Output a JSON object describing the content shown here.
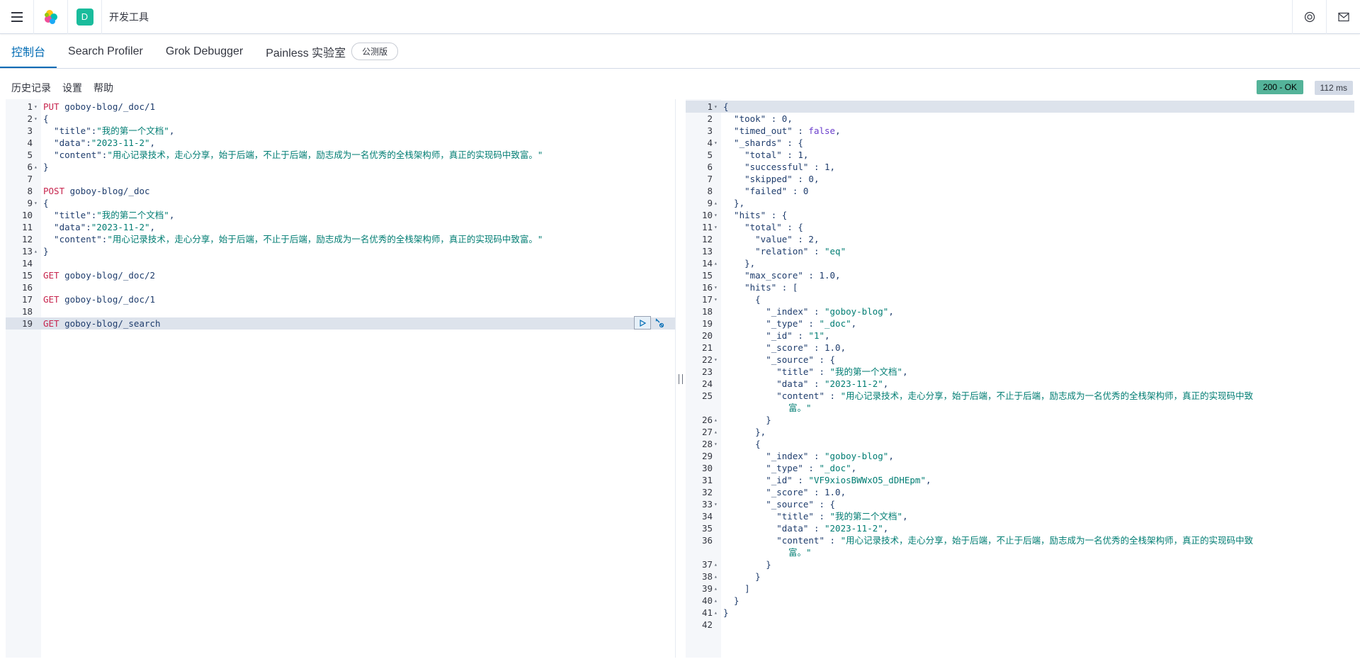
{
  "header": {
    "space_letter": "D",
    "app_title": "开发工具"
  },
  "tabs": [
    {
      "label": "控制台"
    },
    {
      "label": "Search Profiler"
    },
    {
      "label": "Grok Debugger"
    },
    {
      "label": "Painless 实验室"
    }
  ],
  "beta_label": "公测版",
  "toolbar": {
    "history": "历史记录",
    "settings": "设置",
    "help": "帮助"
  },
  "response": {
    "status": "200 - OK",
    "time": "112 ms"
  },
  "request_lines": [
    {
      "n": "1",
      "f": "▾",
      "t": [
        [
          "kw",
          "PUT"
        ],
        [
          "path",
          " goboy-blog/_doc/1"
        ]
      ]
    },
    {
      "n": "2",
      "f": "▾",
      "t": [
        [
          "path",
          "{"
        ]
      ]
    },
    {
      "n": "3",
      "f": "",
      "t": [
        [
          "key",
          "  \"title\""
        ],
        [
          "path",
          ":"
        ],
        [
          "str",
          "\"我的第一个文档\""
        ],
        [
          "path",
          ","
        ]
      ]
    },
    {
      "n": "4",
      "f": "",
      "t": [
        [
          "key",
          "  \"data\""
        ],
        [
          "path",
          ":"
        ],
        [
          "str",
          "\"2023-11-2\""
        ],
        [
          "path",
          ","
        ]
      ]
    },
    {
      "n": "5",
      "f": "",
      "t": [
        [
          "key",
          "  \"content\""
        ],
        [
          "path",
          ":"
        ],
        [
          "str",
          "\"用心记录技术，走心分享，始于后端，不止于后端，励志成为一名优秀的全栈架构师，真正的实现码中致富。\""
        ]
      ]
    },
    {
      "n": "6",
      "f": "▴",
      "t": [
        [
          "path",
          "}"
        ]
      ]
    },
    {
      "n": "7",
      "f": "",
      "t": []
    },
    {
      "n": "8",
      "f": "",
      "t": [
        [
          "kw",
          "POST"
        ],
        [
          "path",
          " goboy-blog/_doc"
        ]
      ]
    },
    {
      "n": "9",
      "f": "▾",
      "t": [
        [
          "path",
          "{"
        ]
      ]
    },
    {
      "n": "10",
      "f": "",
      "t": [
        [
          "key",
          "  \"title\""
        ],
        [
          "path",
          ":"
        ],
        [
          "str",
          "\"我的第二个文档\""
        ],
        [
          "path",
          ","
        ]
      ]
    },
    {
      "n": "11",
      "f": "",
      "t": [
        [
          "key",
          "  \"data\""
        ],
        [
          "path",
          ":"
        ],
        [
          "str",
          "\"2023-11-2\""
        ],
        [
          "path",
          ","
        ]
      ]
    },
    {
      "n": "12",
      "f": "",
      "t": [
        [
          "key",
          "  \"content\""
        ],
        [
          "path",
          ":"
        ],
        [
          "str",
          "\"用心记录技术，走心分享，始于后端，不止于后端，励志成为一名优秀的全栈架构师，真正的实现码中致富。\""
        ]
      ]
    },
    {
      "n": "13",
      "f": "▴",
      "t": [
        [
          "path",
          "}"
        ]
      ]
    },
    {
      "n": "14",
      "f": "",
      "t": []
    },
    {
      "n": "15",
      "f": "",
      "t": [
        [
          "kw",
          "GET"
        ],
        [
          "path",
          " goboy-blog/_doc/2"
        ]
      ]
    },
    {
      "n": "16",
      "f": "",
      "t": []
    },
    {
      "n": "17",
      "f": "",
      "t": [
        [
          "kw",
          "GET"
        ],
        [
          "path",
          " goboy-blog/_doc/1"
        ]
      ]
    },
    {
      "n": "18",
      "f": "",
      "t": []
    },
    {
      "n": "19",
      "f": "",
      "t": [
        [
          "kw",
          "GET"
        ],
        [
          "path",
          " goboy-blog/_search"
        ]
      ],
      "hl": true
    }
  ],
  "response_lines": [
    {
      "n": "1",
      "f": "▾",
      "t": [
        [
          "path",
          "{"
        ]
      ],
      "hl": true
    },
    {
      "n": "2",
      "f": "",
      "t": [
        [
          "key",
          "  \"took\""
        ],
        [
          "path",
          " : "
        ],
        [
          "num",
          "0"
        ],
        [
          "path",
          ","
        ]
      ]
    },
    {
      "n": "3",
      "f": "",
      "t": [
        [
          "key",
          "  \"timed_out\""
        ],
        [
          "path",
          " : "
        ],
        [
          "bool",
          "false"
        ],
        [
          "path",
          ","
        ]
      ]
    },
    {
      "n": "4",
      "f": "▾",
      "t": [
        [
          "key",
          "  \"_shards\""
        ],
        [
          "path",
          " : {"
        ]
      ]
    },
    {
      "n": "5",
      "f": "",
      "t": [
        [
          "key",
          "    \"total\""
        ],
        [
          "path",
          " : "
        ],
        [
          "num",
          "1"
        ],
        [
          "path",
          ","
        ]
      ]
    },
    {
      "n": "6",
      "f": "",
      "t": [
        [
          "key",
          "    \"successful\""
        ],
        [
          "path",
          " : "
        ],
        [
          "num",
          "1"
        ],
        [
          "path",
          ","
        ]
      ]
    },
    {
      "n": "7",
      "f": "",
      "t": [
        [
          "key",
          "    \"skipped\""
        ],
        [
          "path",
          " : "
        ],
        [
          "num",
          "0"
        ],
        [
          "path",
          ","
        ]
      ]
    },
    {
      "n": "8",
      "f": "",
      "t": [
        [
          "key",
          "    \"failed\""
        ],
        [
          "path",
          " : "
        ],
        [
          "num",
          "0"
        ]
      ]
    },
    {
      "n": "9",
      "f": "▴",
      "t": [
        [
          "path",
          "  },"
        ]
      ]
    },
    {
      "n": "10",
      "f": "▾",
      "t": [
        [
          "key",
          "  \"hits\""
        ],
        [
          "path",
          " : {"
        ]
      ]
    },
    {
      "n": "11",
      "f": "▾",
      "t": [
        [
          "key",
          "    \"total\""
        ],
        [
          "path",
          " : {"
        ]
      ]
    },
    {
      "n": "12",
      "f": "",
      "t": [
        [
          "key",
          "      \"value\""
        ],
        [
          "path",
          " : "
        ],
        [
          "num",
          "2"
        ],
        [
          "path",
          ","
        ]
      ]
    },
    {
      "n": "13",
      "f": "",
      "t": [
        [
          "key",
          "      \"relation\""
        ],
        [
          "path",
          " : "
        ],
        [
          "str",
          "\"eq\""
        ]
      ]
    },
    {
      "n": "14",
      "f": "▴",
      "t": [
        [
          "path",
          "    },"
        ]
      ]
    },
    {
      "n": "15",
      "f": "",
      "t": [
        [
          "key",
          "    \"max_score\""
        ],
        [
          "path",
          " : "
        ],
        [
          "num",
          "1.0"
        ],
        [
          "path",
          ","
        ]
      ]
    },
    {
      "n": "16",
      "f": "▾",
      "t": [
        [
          "key",
          "    \"hits\""
        ],
        [
          "path",
          " : ["
        ]
      ]
    },
    {
      "n": "17",
      "f": "▾",
      "t": [
        [
          "path",
          "      {"
        ]
      ]
    },
    {
      "n": "18",
      "f": "",
      "t": [
        [
          "key",
          "        \"_index\""
        ],
        [
          "path",
          " : "
        ],
        [
          "str",
          "\"goboy-blog\""
        ],
        [
          "path",
          ","
        ]
      ]
    },
    {
      "n": "19",
      "f": "",
      "t": [
        [
          "key",
          "        \"_type\""
        ],
        [
          "path",
          " : "
        ],
        [
          "str",
          "\"_doc\""
        ],
        [
          "path",
          ","
        ]
      ]
    },
    {
      "n": "20",
      "f": "",
      "t": [
        [
          "key",
          "        \"_id\""
        ],
        [
          "path",
          " : "
        ],
        [
          "str",
          "\"1\""
        ],
        [
          "path",
          ","
        ]
      ]
    },
    {
      "n": "21",
      "f": "",
      "t": [
        [
          "key",
          "        \"_score\""
        ],
        [
          "path",
          " : "
        ],
        [
          "num",
          "1.0"
        ],
        [
          "path",
          ","
        ]
      ]
    },
    {
      "n": "22",
      "f": "▾",
      "t": [
        [
          "key",
          "        \"_source\""
        ],
        [
          "path",
          " : {"
        ]
      ]
    },
    {
      "n": "23",
      "f": "",
      "t": [
        [
          "key",
          "          \"title\""
        ],
        [
          "path",
          " : "
        ],
        [
          "str",
          "\"我的第一个文档\""
        ],
        [
          "path",
          ","
        ]
      ]
    },
    {
      "n": "24",
      "f": "",
      "t": [
        [
          "key",
          "          \"data\""
        ],
        [
          "path",
          " : "
        ],
        [
          "str",
          "\"2023-11-2\""
        ],
        [
          "path",
          ","
        ]
      ]
    },
    {
      "n": "25",
      "f": "",
      "t": [
        [
          "key",
          "          \"content\""
        ],
        [
          "path",
          " : "
        ],
        [
          "str",
          "\"用心记录技术，走心分享，始于后端，不止于后端，励志成为一名优秀的全栈架构师，真正的实现码中致"
        ]
      ]
    },
    {
      "n": "",
      "f": "",
      "t": [
        [
          "str",
          "富。\""
        ]
      ],
      "wrap": true
    },
    {
      "n": "26",
      "f": "▴",
      "t": [
        [
          "path",
          "        }"
        ]
      ]
    },
    {
      "n": "27",
      "f": "▴",
      "t": [
        [
          "path",
          "      },"
        ]
      ]
    },
    {
      "n": "28",
      "f": "▾",
      "t": [
        [
          "path",
          "      {"
        ]
      ]
    },
    {
      "n": "29",
      "f": "",
      "t": [
        [
          "key",
          "        \"_index\""
        ],
        [
          "path",
          " : "
        ],
        [
          "str",
          "\"goboy-blog\""
        ],
        [
          "path",
          ","
        ]
      ]
    },
    {
      "n": "30",
      "f": "",
      "t": [
        [
          "key",
          "        \"_type\""
        ],
        [
          "path",
          " : "
        ],
        [
          "str",
          "\"_doc\""
        ],
        [
          "path",
          ","
        ]
      ]
    },
    {
      "n": "31",
      "f": "",
      "t": [
        [
          "key",
          "        \"_id\""
        ],
        [
          "path",
          " : "
        ],
        [
          "str",
          "\"VF9xiosBWWxO5_dDHEpm\""
        ],
        [
          "path",
          ","
        ]
      ]
    },
    {
      "n": "32",
      "f": "",
      "t": [
        [
          "key",
          "        \"_score\""
        ],
        [
          "path",
          " : "
        ],
        [
          "num",
          "1.0"
        ],
        [
          "path",
          ","
        ]
      ]
    },
    {
      "n": "33",
      "f": "▾",
      "t": [
        [
          "key",
          "        \"_source\""
        ],
        [
          "path",
          " : {"
        ]
      ]
    },
    {
      "n": "34",
      "f": "",
      "t": [
        [
          "key",
          "          \"title\""
        ],
        [
          "path",
          " : "
        ],
        [
          "str",
          "\"我的第二个文档\""
        ],
        [
          "path",
          ","
        ]
      ]
    },
    {
      "n": "35",
      "f": "",
      "t": [
        [
          "key",
          "          \"data\""
        ],
        [
          "path",
          " : "
        ],
        [
          "str",
          "\"2023-11-2\""
        ],
        [
          "path",
          ","
        ]
      ]
    },
    {
      "n": "36",
      "f": "",
      "t": [
        [
          "key",
          "          \"content\""
        ],
        [
          "path",
          " : "
        ],
        [
          "str",
          "\"用心记录技术，走心分享，始于后端，不止于后端，励志成为一名优秀的全栈架构师，真正的实现码中致"
        ]
      ]
    },
    {
      "n": "",
      "f": "",
      "t": [
        [
          "str",
          "富。\""
        ]
      ],
      "wrap": true
    },
    {
      "n": "37",
      "f": "▴",
      "t": [
        [
          "path",
          "        }"
        ]
      ]
    },
    {
      "n": "38",
      "f": "▴",
      "t": [
        [
          "path",
          "      }"
        ]
      ]
    },
    {
      "n": "39",
      "f": "▴",
      "t": [
        [
          "path",
          "    ]"
        ]
      ]
    },
    {
      "n": "40",
      "f": "▴",
      "t": [
        [
          "path",
          "  }"
        ]
      ]
    },
    {
      "n": "41",
      "f": "▴",
      "t": [
        [
          "path",
          "}"
        ]
      ]
    },
    {
      "n": "42",
      "f": "",
      "t": []
    }
  ]
}
